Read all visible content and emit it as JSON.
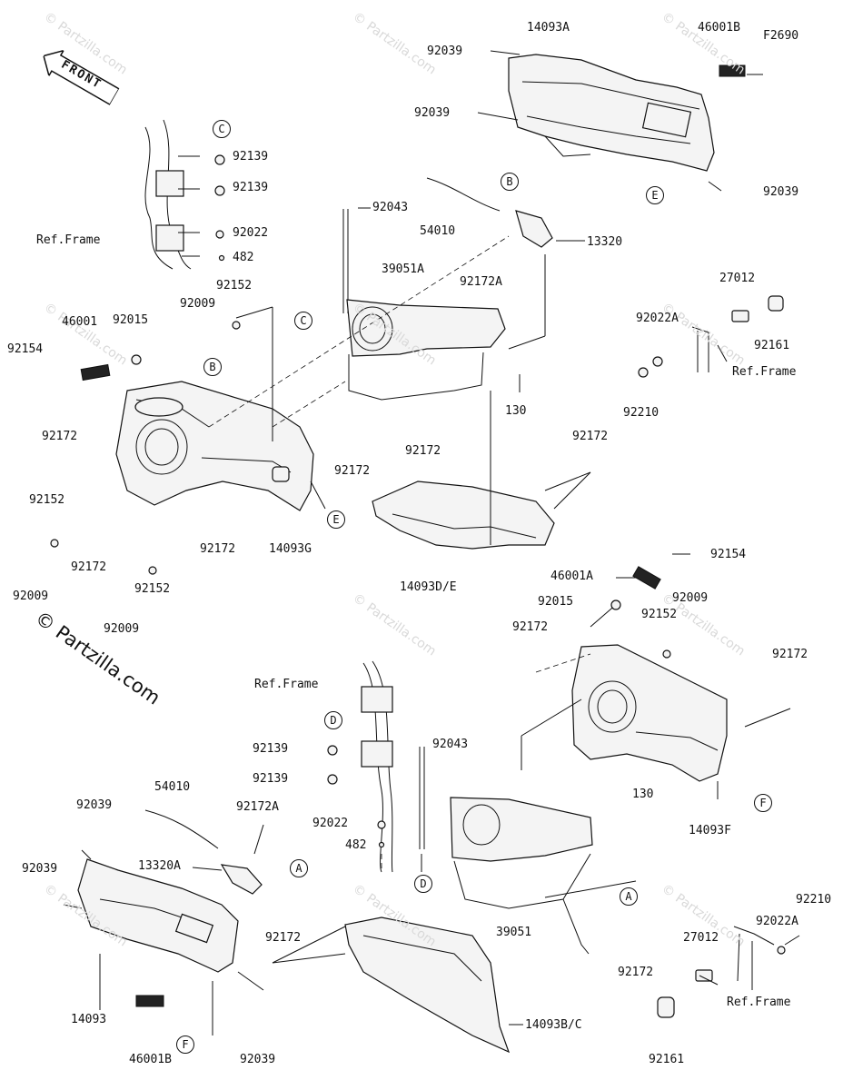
{
  "figure_code": "F2690",
  "front_label": "FRONT",
  "watermark": "© Partzilla.com",
  "brand_text": "© Partzilla.com",
  "ref_frame": "Ref.Frame",
  "callouts": {
    "a": "A",
    "b": "B",
    "c": "C",
    "d": "D",
    "e": "E",
    "f": "F"
  },
  "parts": {
    "p92039": "92039",
    "p14093A": "14093A",
    "p46001B": "46001B",
    "p92043": "92043",
    "p54010": "54010",
    "p13320": "13320",
    "p92172A": "92172A",
    "p39051A": "39051A",
    "p130": "130",
    "p92139": "92139",
    "p92022": "92022",
    "p482": "482",
    "p92152": "92152",
    "p92009": "92009",
    "p46001": "46001",
    "p92015": "92015",
    "p92154": "92154",
    "p92172": "92172",
    "p14093G": "14093G",
    "p14093DE": "14093D/E",
    "p27012": "27012",
    "p92022A": "92022A",
    "p92161": "92161",
    "p92210": "92210",
    "p46001A": "46001A",
    "p14093F": "14093F",
    "p13320A": "13320A",
    "p14093": "14093",
    "p39051": "39051",
    "p14093BC": "14093B/C"
  }
}
